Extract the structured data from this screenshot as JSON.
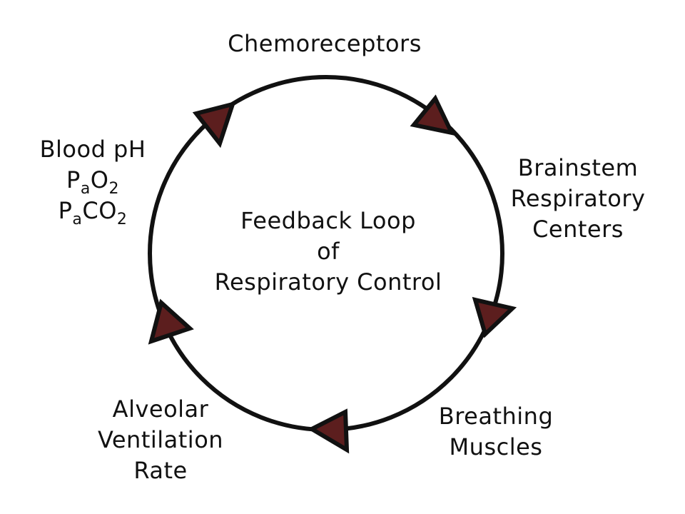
{
  "center": {
    "line1": "Feedback Loop",
    "line2": "of",
    "line3": "Respiratory Control"
  },
  "nodes": {
    "chemoreceptors": "Chemoreceptors",
    "brainstem": {
      "line1": "Brainstem",
      "line2": "Respiratory",
      "line3": "Centers"
    },
    "breathing_muscles": {
      "line1": "Breathing",
      "line2": "Muscles"
    },
    "alveolar": {
      "line1": "Alveolar",
      "line2": "Ventilation",
      "line3": "Rate"
    },
    "blood": {
      "line1": "Blood pH",
      "pao2_main1": "P",
      "pao2_sub1": "a",
      "pao2_main2": "O",
      "pao2_sub2": "2",
      "paco2_main1": "P",
      "paco2_sub1": "a",
      "paco2_main2": "CO",
      "paco2_sub2": "2"
    }
  },
  "colors": {
    "ring": "#111111",
    "arrow_fill": "#5c1e1e",
    "arrow_stroke": "#111111",
    "text": "#111111"
  }
}
